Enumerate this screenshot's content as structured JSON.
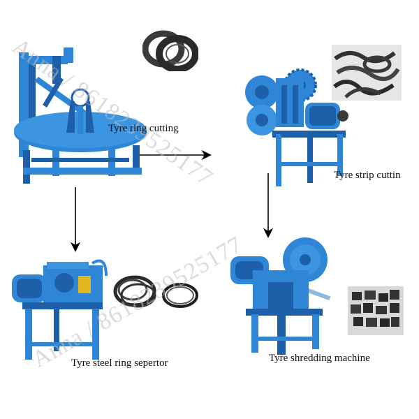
{
  "steps": {
    "ring_cutting": {
      "label": "Tyre ring cutting"
    },
    "strip_cutting": {
      "label": "Tyre strip cuttin"
    },
    "steel_ring_separator": {
      "label": "Tyre steel ring sepertor"
    },
    "shredding": {
      "label": "Tyre shredding machine"
    }
  },
  "watermarks": {
    "top": "Anna / 8618239525177",
    "bottom": "Anna / 8618239525177"
  },
  "colors": {
    "machine_blue": "#2f86d6",
    "machine_dark_blue": "#1d5fa8",
    "rubber_dark": "#3a3a3a",
    "arrow": "#000000"
  },
  "icons": {
    "rubber_rings": "rubber-ring-icon",
    "rubber_strips": "rubber-strip-icon",
    "steel_wire": "steel-wire-icon",
    "rubber_blocks": "rubber-block-icon"
  }
}
